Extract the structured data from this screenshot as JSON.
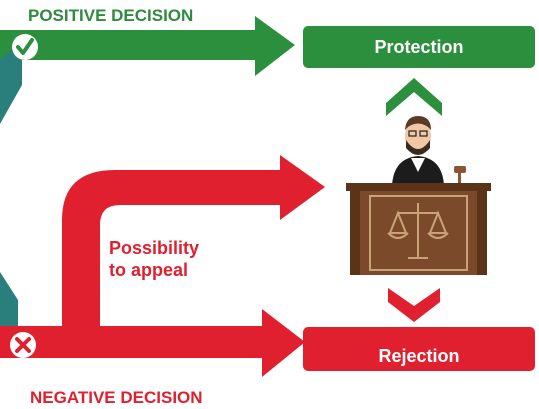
{
  "labels": {
    "positive": "POSITIVE DECISION",
    "negative": "NEGATIVE DECISION",
    "appeal_line1": "Possibility",
    "appeal_line2": "to appeal"
  },
  "outcomes": {
    "protection": "Protection",
    "rejection": "Rejection"
  },
  "icons": {
    "positive": "check-circle-icon",
    "negative": "x-circle-icon",
    "judge": "judge-illustration",
    "scales": "scales-of-justice-icon",
    "gavel": "gavel-icon"
  },
  "colors": {
    "green": "#2c8f3e",
    "red": "#e0202f",
    "wood": "#7a4a2a"
  }
}
